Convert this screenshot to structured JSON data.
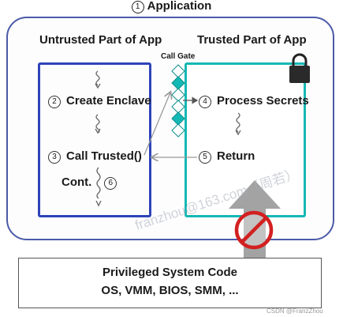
{
  "diagram": {
    "application": {
      "num": "1",
      "label": "Application"
    },
    "untrusted_title": "Untrusted Part of App",
    "trusted_title": "Trusted Part of App",
    "call_gate": "Call Gate",
    "steps": {
      "create_enclave": {
        "num": "2",
        "label": "Create Enclave"
      },
      "call_trusted": {
        "num": "3",
        "label": "Call Trusted()"
      },
      "process_secrets": {
        "num": "4",
        "label": "Process Secrets"
      },
      "return": {
        "num": "5",
        "label": "Return"
      },
      "cont": {
        "num": "6",
        "label": "Cont."
      }
    },
    "privileged": {
      "title": "Privileged System Code",
      "items": "OS, VMM, BIOS, SMM, ..."
    }
  },
  "watermarks": {
    "overlay": "franzhou@163.com（周若）",
    "credit": "CSDN @FranzZhou"
  },
  "colors": {
    "untrusted_border": "#2e44b8",
    "trusted_border": "#14b8b4",
    "gate_diamond": "#14b8b4",
    "prohibited": "#d22020",
    "arrow_gray": "#a0a0a0"
  }
}
